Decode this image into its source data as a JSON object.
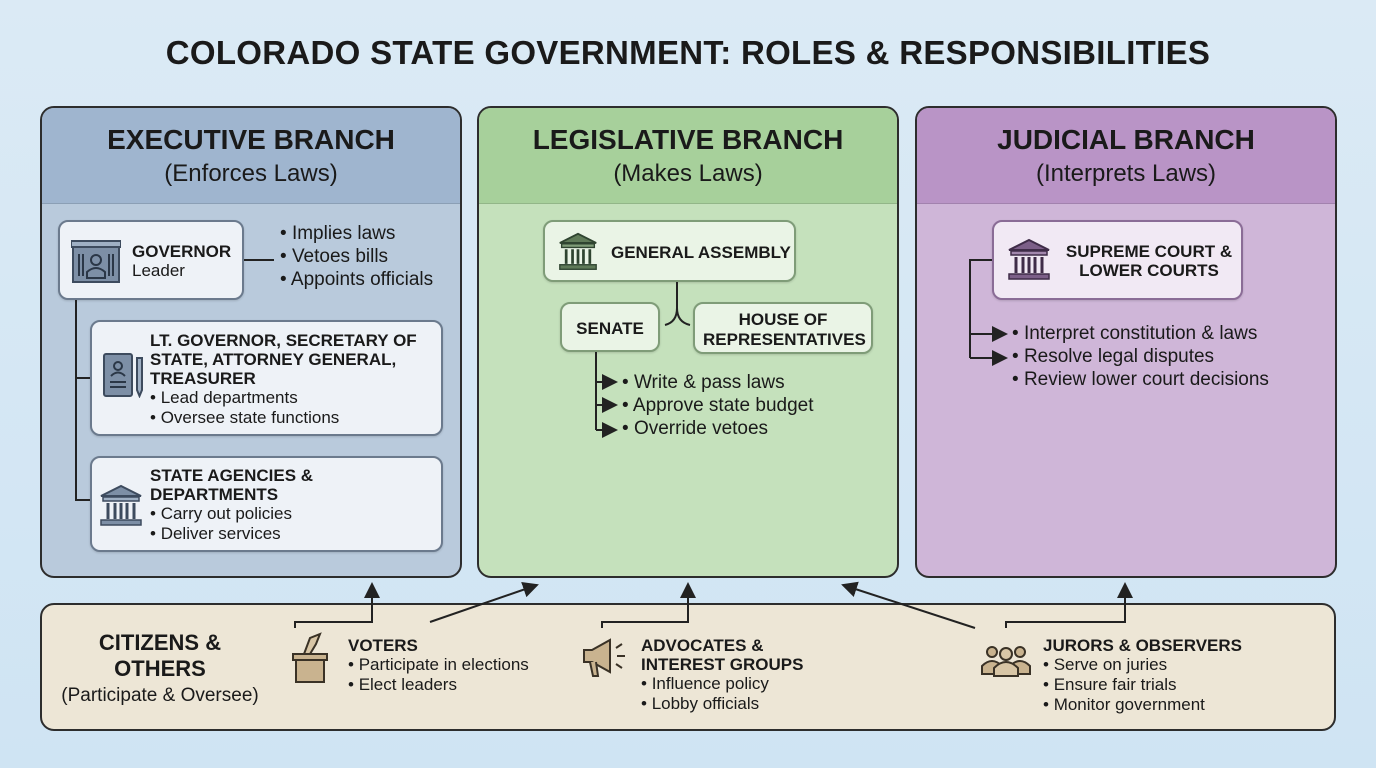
{
  "title": "COLORADO STATE GOVERNMENT: ROLES & RESPONSIBILITIES",
  "executive": {
    "title": "EXECUTIVE BRANCH",
    "subtitle": "(Enforces Laws)",
    "color": "#9fb5cf",
    "governor": {
      "title": "GOVERNOR",
      "role": "Leader",
      "icon": "governor-office-icon",
      "duties": [
        "Implies laws",
        "Vetoes bills",
        "Appoints officials"
      ]
    },
    "officials": {
      "title": "LT. GOVERNOR, SECRETARY OF STATE, ATTORNEY GENERAL, TREASURER",
      "icon": "document-pen-icon",
      "duties": [
        "Lead departments",
        "Oversee state functions"
      ]
    },
    "agencies": {
      "title": "STATE AGENCIES & DEPARTMENTS",
      "icon": "building-icon",
      "duties": [
        "Carry out policies",
        "Deliver services"
      ]
    }
  },
  "legislative": {
    "title": "LEGISLATIVE BRANCH",
    "subtitle": "(Makes Laws)",
    "color": "#a7d09b",
    "assembly": "GENERAL ASSEMBLY",
    "senate": "SENATE",
    "house": "HOUSE OF REPRESENTATIVES",
    "duties": [
      "Write & pass laws",
      "Approve state budget",
      "Override vetoes"
    ]
  },
  "judicial": {
    "title": "JUDICIAL BRANCH",
    "subtitle": "(Interprets Laws)",
    "color": "#b994c6",
    "courts": "SUPREME COURT & LOWER COURTS",
    "duties": [
      "Interpret constitution & laws",
      "Resolve legal disputes",
      "Review lower court decisions"
    ]
  },
  "citizens": {
    "title": "CITIZENS & OTHERS",
    "subtitle": "(Participate & Oversee)",
    "color": "#ede6d6",
    "groups": [
      {
        "title": "VOTERS",
        "icon": "ballot-box-icon",
        "duties": [
          "Participate in elections",
          "Elect leaders"
        ]
      },
      {
        "title": "ADVOCATES & INTEREST GROUPS",
        "icon": "megaphone-icon",
        "duties": [
          "Influence policy",
          "Lobby officials"
        ]
      },
      {
        "title": "JURORS & OBSERVERS",
        "icon": "people-group-icon",
        "duties": [
          "Serve on juries",
          "Ensure fair trials",
          "Monitor government"
        ]
      }
    ]
  }
}
